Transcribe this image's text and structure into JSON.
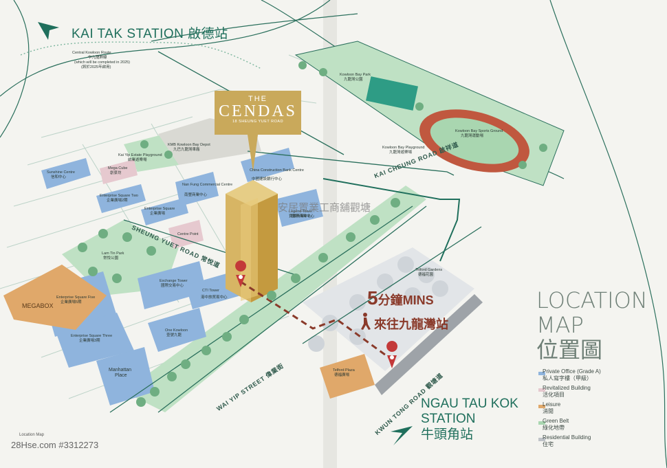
{
  "stations": {
    "kai_tak": "KAI TAK STATION 啟德站",
    "ngau_tau_kok_en": "NGAU TAU KOK",
    "ngau_tau_kok_en2": "STATION",
    "ngau_tau_kok_zh": "牛頭角站"
  },
  "route_note": {
    "line1": "Central Kowloon Route",
    "line2": "中九龍幹線",
    "line3": "(which will be completed in 2025)",
    "line4": "(將於2025年啟用)"
  },
  "building": {
    "line1": "THE",
    "line2": "CENDAS",
    "line3": "18 SHEUNG YUET ROAD"
  },
  "walk": {
    "mins_number": "5",
    "mins_text": "分鐘MINS",
    "to_station": "來往九龍灣站"
  },
  "roads": {
    "kai_cheung": "KAI CHEUNG ROAD 啟祥道",
    "sheung_yuet": "SHEUNG YUET ROAD 常悅道",
    "wai_yip": "WAI YIP STREET 偉業街",
    "kwun_tong": "KWUN TONG ROAD 觀塘道"
  },
  "places": {
    "kmb": [
      "KMB Kowloon Bay Depot",
      "九巴九龍灣車廠"
    ],
    "kowloon_bay_park": [
      "Kowloon Bay Park",
      "九龍灣公園"
    ],
    "sports_ground": [
      "Kowloon Bay Sports Ground",
      "九龍灣運動場"
    ],
    "playground": [
      "Kowloon Bay Playground",
      "九龍灣遊樂場"
    ],
    "kai_yip_playground": [
      "Kai Yip Estate Playground",
      "啟業遊樂場"
    ],
    "mega_cube": [
      "Mega Cube",
      "創豪坊"
    ],
    "sunshine_centre": [
      "Sunshine Centre",
      "信和中心"
    ],
    "enterprise_two": [
      "Enterprise Square Two",
      "企業廣場2期"
    ],
    "enterprise_square": [
      "Enterprise Square",
      "企業廣場"
    ],
    "nan_fung": [
      "Nan Fung Commercial Centre",
      "南豐商業中心"
    ],
    "china_construction": [
      "China Construction Bank Centre",
      "中國建設銀行中心"
    ],
    "centre_point": [
      "Centre Point",
      ""
    ],
    "legend_tower": [
      "Legend Tower",
      "寶鋮商業中心"
    ],
    "ngau_tau_kok_road_park": [
      "Lam Tin Park",
      "常悅公園"
    ],
    "exchange_tower": [
      "Exchange Tower",
      "國際交易中心"
    ],
    "cti_tower": [
      "CTI Tower",
      "港中旅貿易中心"
    ],
    "megabox": [
      "MEGABOX"
    ],
    "enterprise_five": [
      "Enterprise Square Five",
      "企業廣場5期"
    ],
    "enterprise_three": [
      "Enterprise Square Three",
      "企業廣場3期"
    ],
    "one_kowloon": [
      "One Kowloon",
      "壹號九龍"
    ],
    "manhattan": [
      "Manhattan",
      "Place"
    ],
    "telford_gardens": [
      "Telford Gardens",
      "德福花園"
    ],
    "telford_plaza": [
      "Telford Plaza",
      "德福廣場"
    ],
    "harbour_centre": [
      "國際商業中心"
    ]
  },
  "location_map": {
    "title1": "LOCATION",
    "title2": "MAP",
    "title3": "位置圖"
  },
  "legend": [
    {
      "en": "Private Office (Grade A)",
      "zh": "私人寫字樓（甲級）",
      "color": "#8fb4dd"
    },
    {
      "en": "Revitalized Building",
      "zh": "活化項目",
      "color": "#e6c9cf"
    },
    {
      "en": "Leisure",
      "zh": "消閒",
      "color": "#e0a86a"
    },
    {
      "en": "Green Belt",
      "zh": "綠化地帶",
      "color": "#a9d6b0"
    },
    {
      "en": "Residential Building",
      "zh": "住宅",
      "color": "#bfc3c8"
    }
  ],
  "watermarks": {
    "overlay_zh": "安居置業工商舖觀塘",
    "corner": "28Hse.com #3312273",
    "small_corner": "Location Map"
  },
  "colors": {
    "road_line": "#2a6f5c",
    "route_dash": "#8a3a2a",
    "tower_gold": "#c9a95b"
  }
}
